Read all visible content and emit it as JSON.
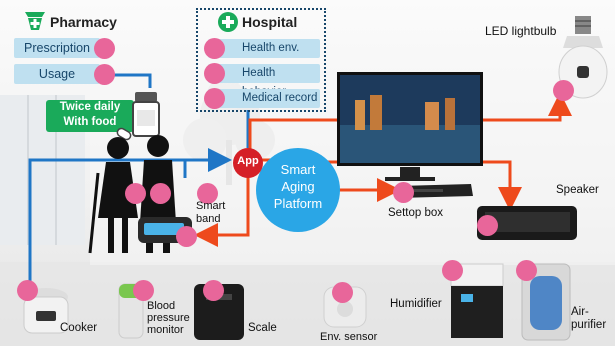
{
  "pharmacy": {
    "title": "Pharmacy",
    "items": [
      {
        "label": "Prescription"
      },
      {
        "label": "Usage"
      }
    ],
    "note": [
      "Twice daily",
      "With food"
    ]
  },
  "hospital": {
    "title": "Hospital",
    "items": [
      {
        "label": "Health env."
      },
      {
        "label": "Health behavior"
      },
      {
        "label": "Medical record"
      }
    ]
  },
  "platform": {
    "app_label": "App",
    "lines": [
      "Smart",
      "Aging",
      "Platform"
    ]
  },
  "devices": {
    "smart_band": [
      "Smart",
      "band"
    ],
    "settop": "Settop box",
    "speaker": "Speaker",
    "led": "LED lightbulb",
    "cooker": "Cooker",
    "blood_pressure": [
      "Blood",
      "pressure",
      "monitor"
    ],
    "scale": "Scale",
    "env_sensor": "Env. sensor",
    "humidifier": "Humidifier",
    "air_purifier": [
      "Air-",
      "purifier"
    ]
  },
  "colors": {
    "flow_blue": "#1f76c6",
    "flow_orange": "#ee4a1c",
    "app_red": "#d52027",
    "node_pink": "#e8669a",
    "platform_blue": "#2aa6e6",
    "note_green": "#1aaa5a",
    "pill_blue": "#bfe0f0"
  }
}
